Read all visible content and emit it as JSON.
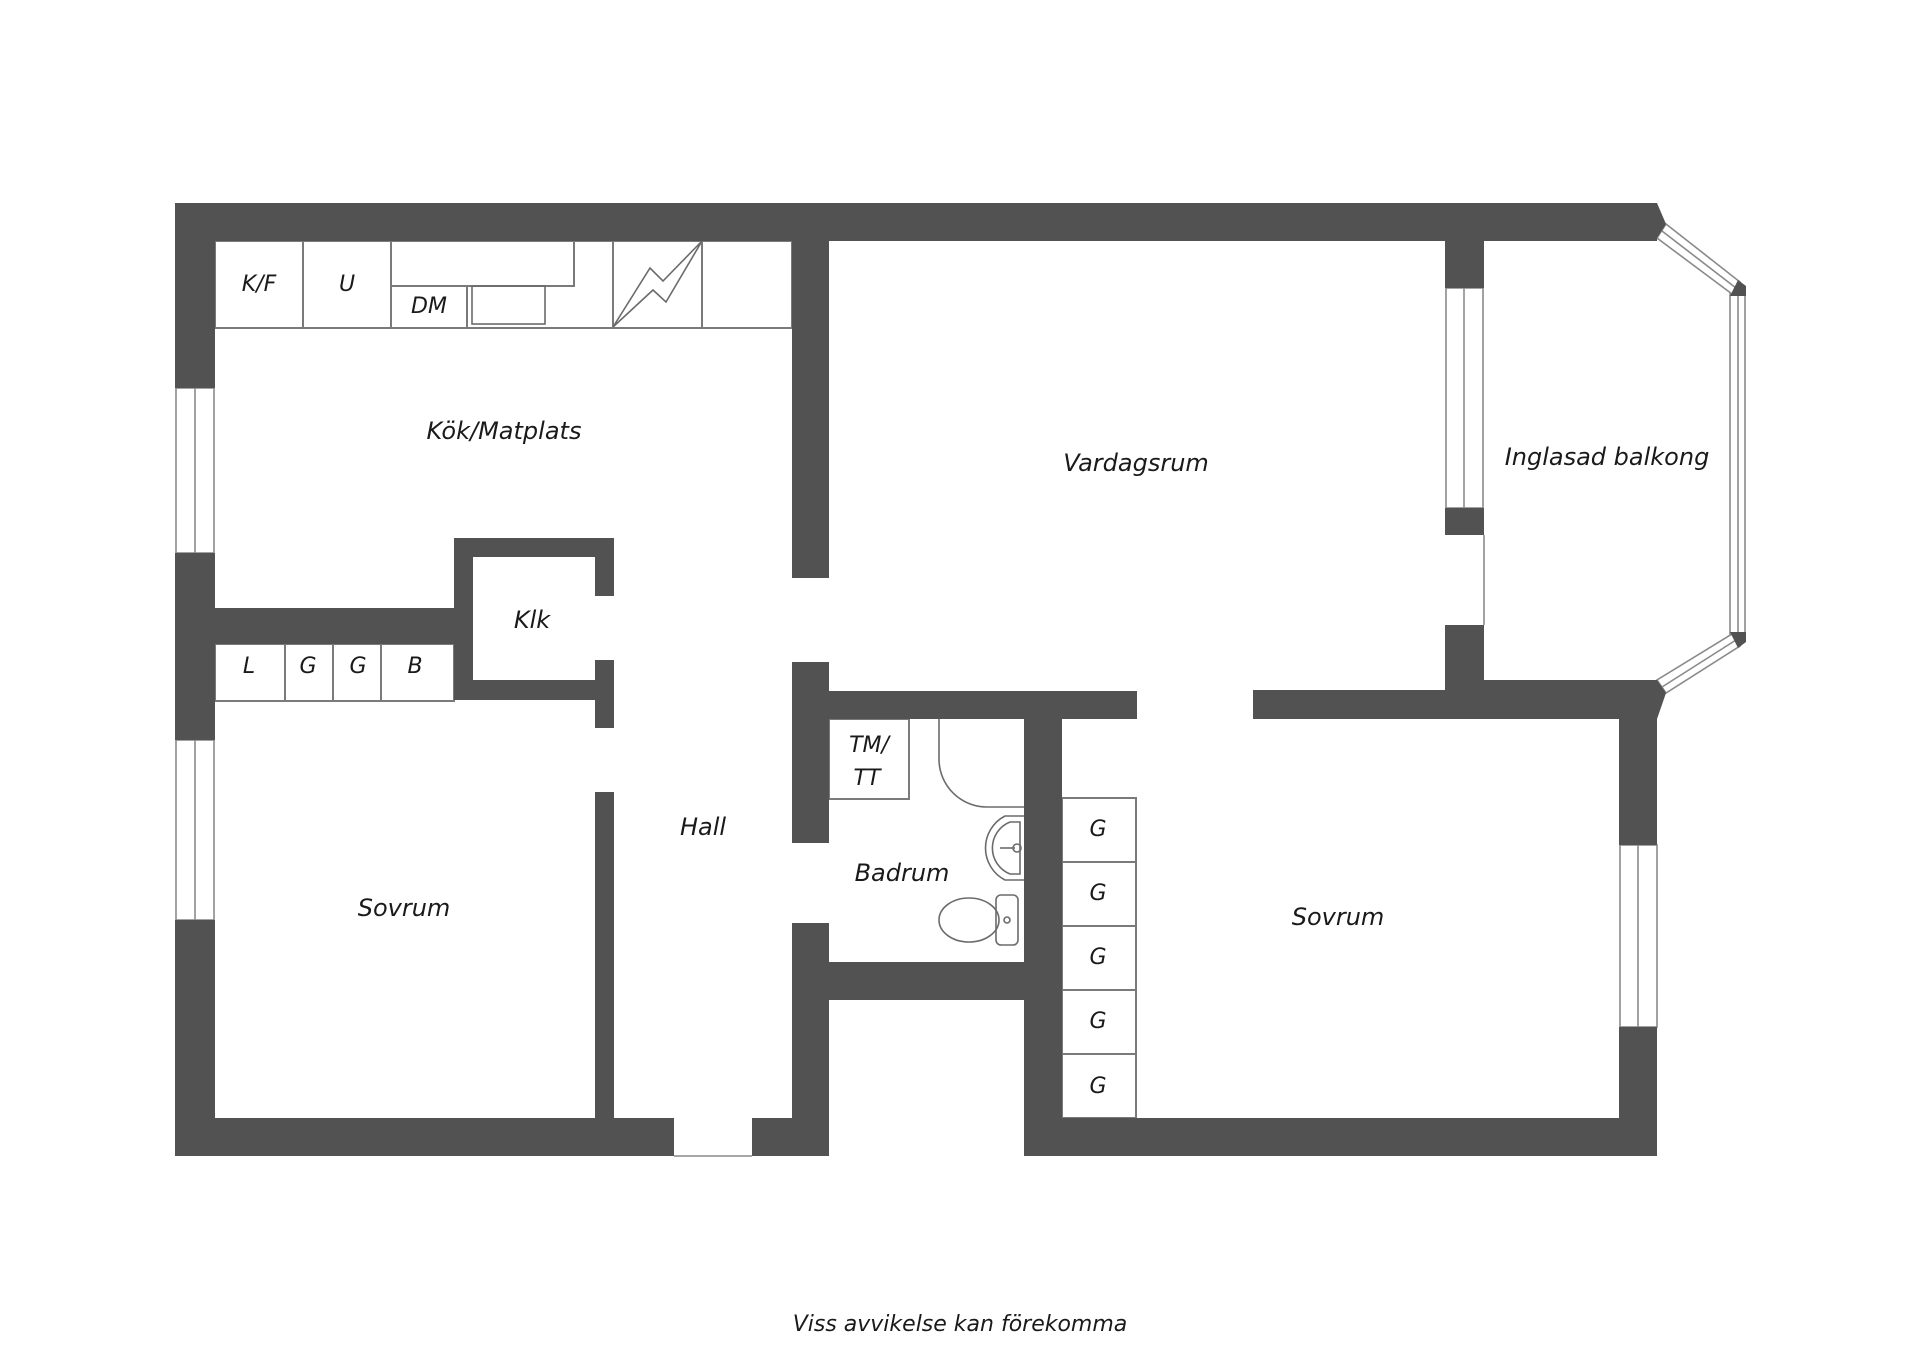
{
  "plan": {
    "wall_color": "#525252",
    "rooms": {
      "kitchen": "Kök/Matplats",
      "living": "Vardagsrum",
      "balcony": "Inglasad balkong",
      "closet_klk": "Klk",
      "hall": "Hall",
      "bathroom": "Badrum",
      "bedroom_left": "Sovrum",
      "bedroom_right": "Sovrum"
    },
    "kitchen_fixtures": {
      "fridge_freezer": "K/F",
      "oven": "U",
      "dishwasher": "DM",
      "stove_icon": "stove-icon"
    },
    "storage_row": [
      "L",
      "G",
      "G",
      "B"
    ],
    "bathroom_fixtures": {
      "washer_dryer": "TM/",
      "washer_dryer_2": "TT",
      "sink_icon": "sink-icon",
      "toilet_icon": "toilet-icon",
      "shower_icon": "shower-icon"
    },
    "wardrobes_right": [
      "G",
      "G",
      "G",
      "G",
      "G"
    ]
  },
  "footer": {
    "disclaimer": "Viss avvikelse kan förekomma"
  }
}
